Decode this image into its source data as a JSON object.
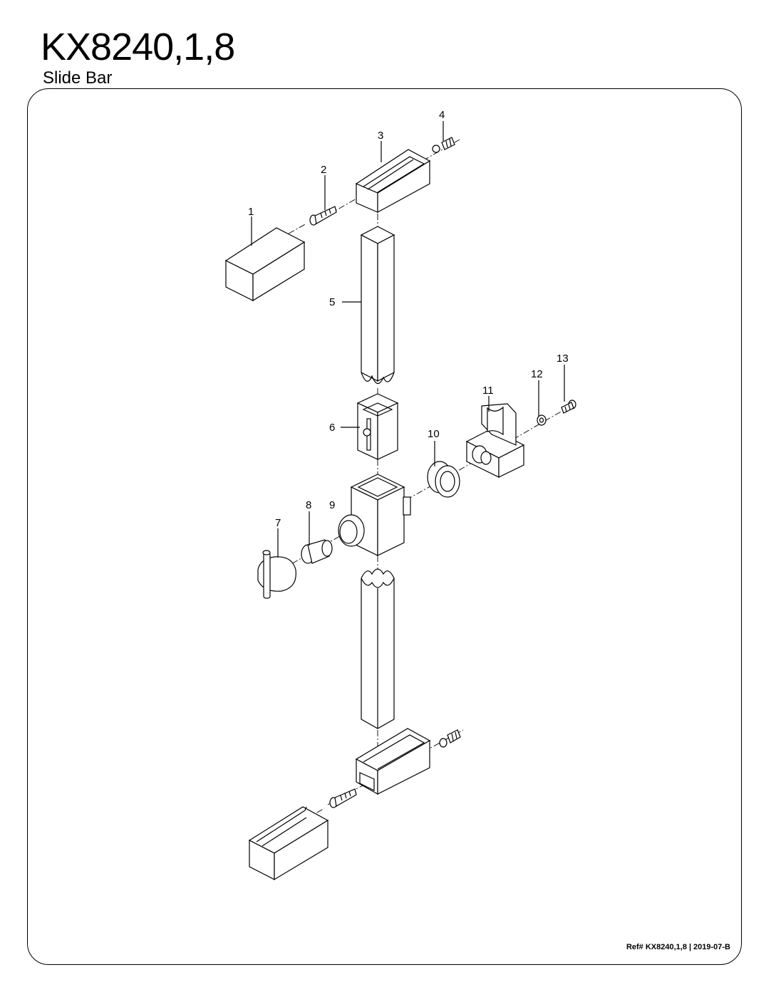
{
  "header": {
    "title": "KX8240,1,8",
    "subtitle": "Slide Bar"
  },
  "parts": {
    "p1": "1",
    "p2": "2",
    "p3": "3",
    "p4": "4",
    "p5": "5",
    "p6": "6",
    "p7": "7",
    "p8": "8",
    "p9": "9",
    "p10": "10",
    "p11": "11",
    "p12": "12",
    "p13": "13"
  },
  "footer": {
    "ref": "Ref# KX8240,1,8",
    "separator": "|",
    "date_code": "2019-07-B"
  },
  "colors": {
    "line": "#000000",
    "background": "#ffffff"
  }
}
